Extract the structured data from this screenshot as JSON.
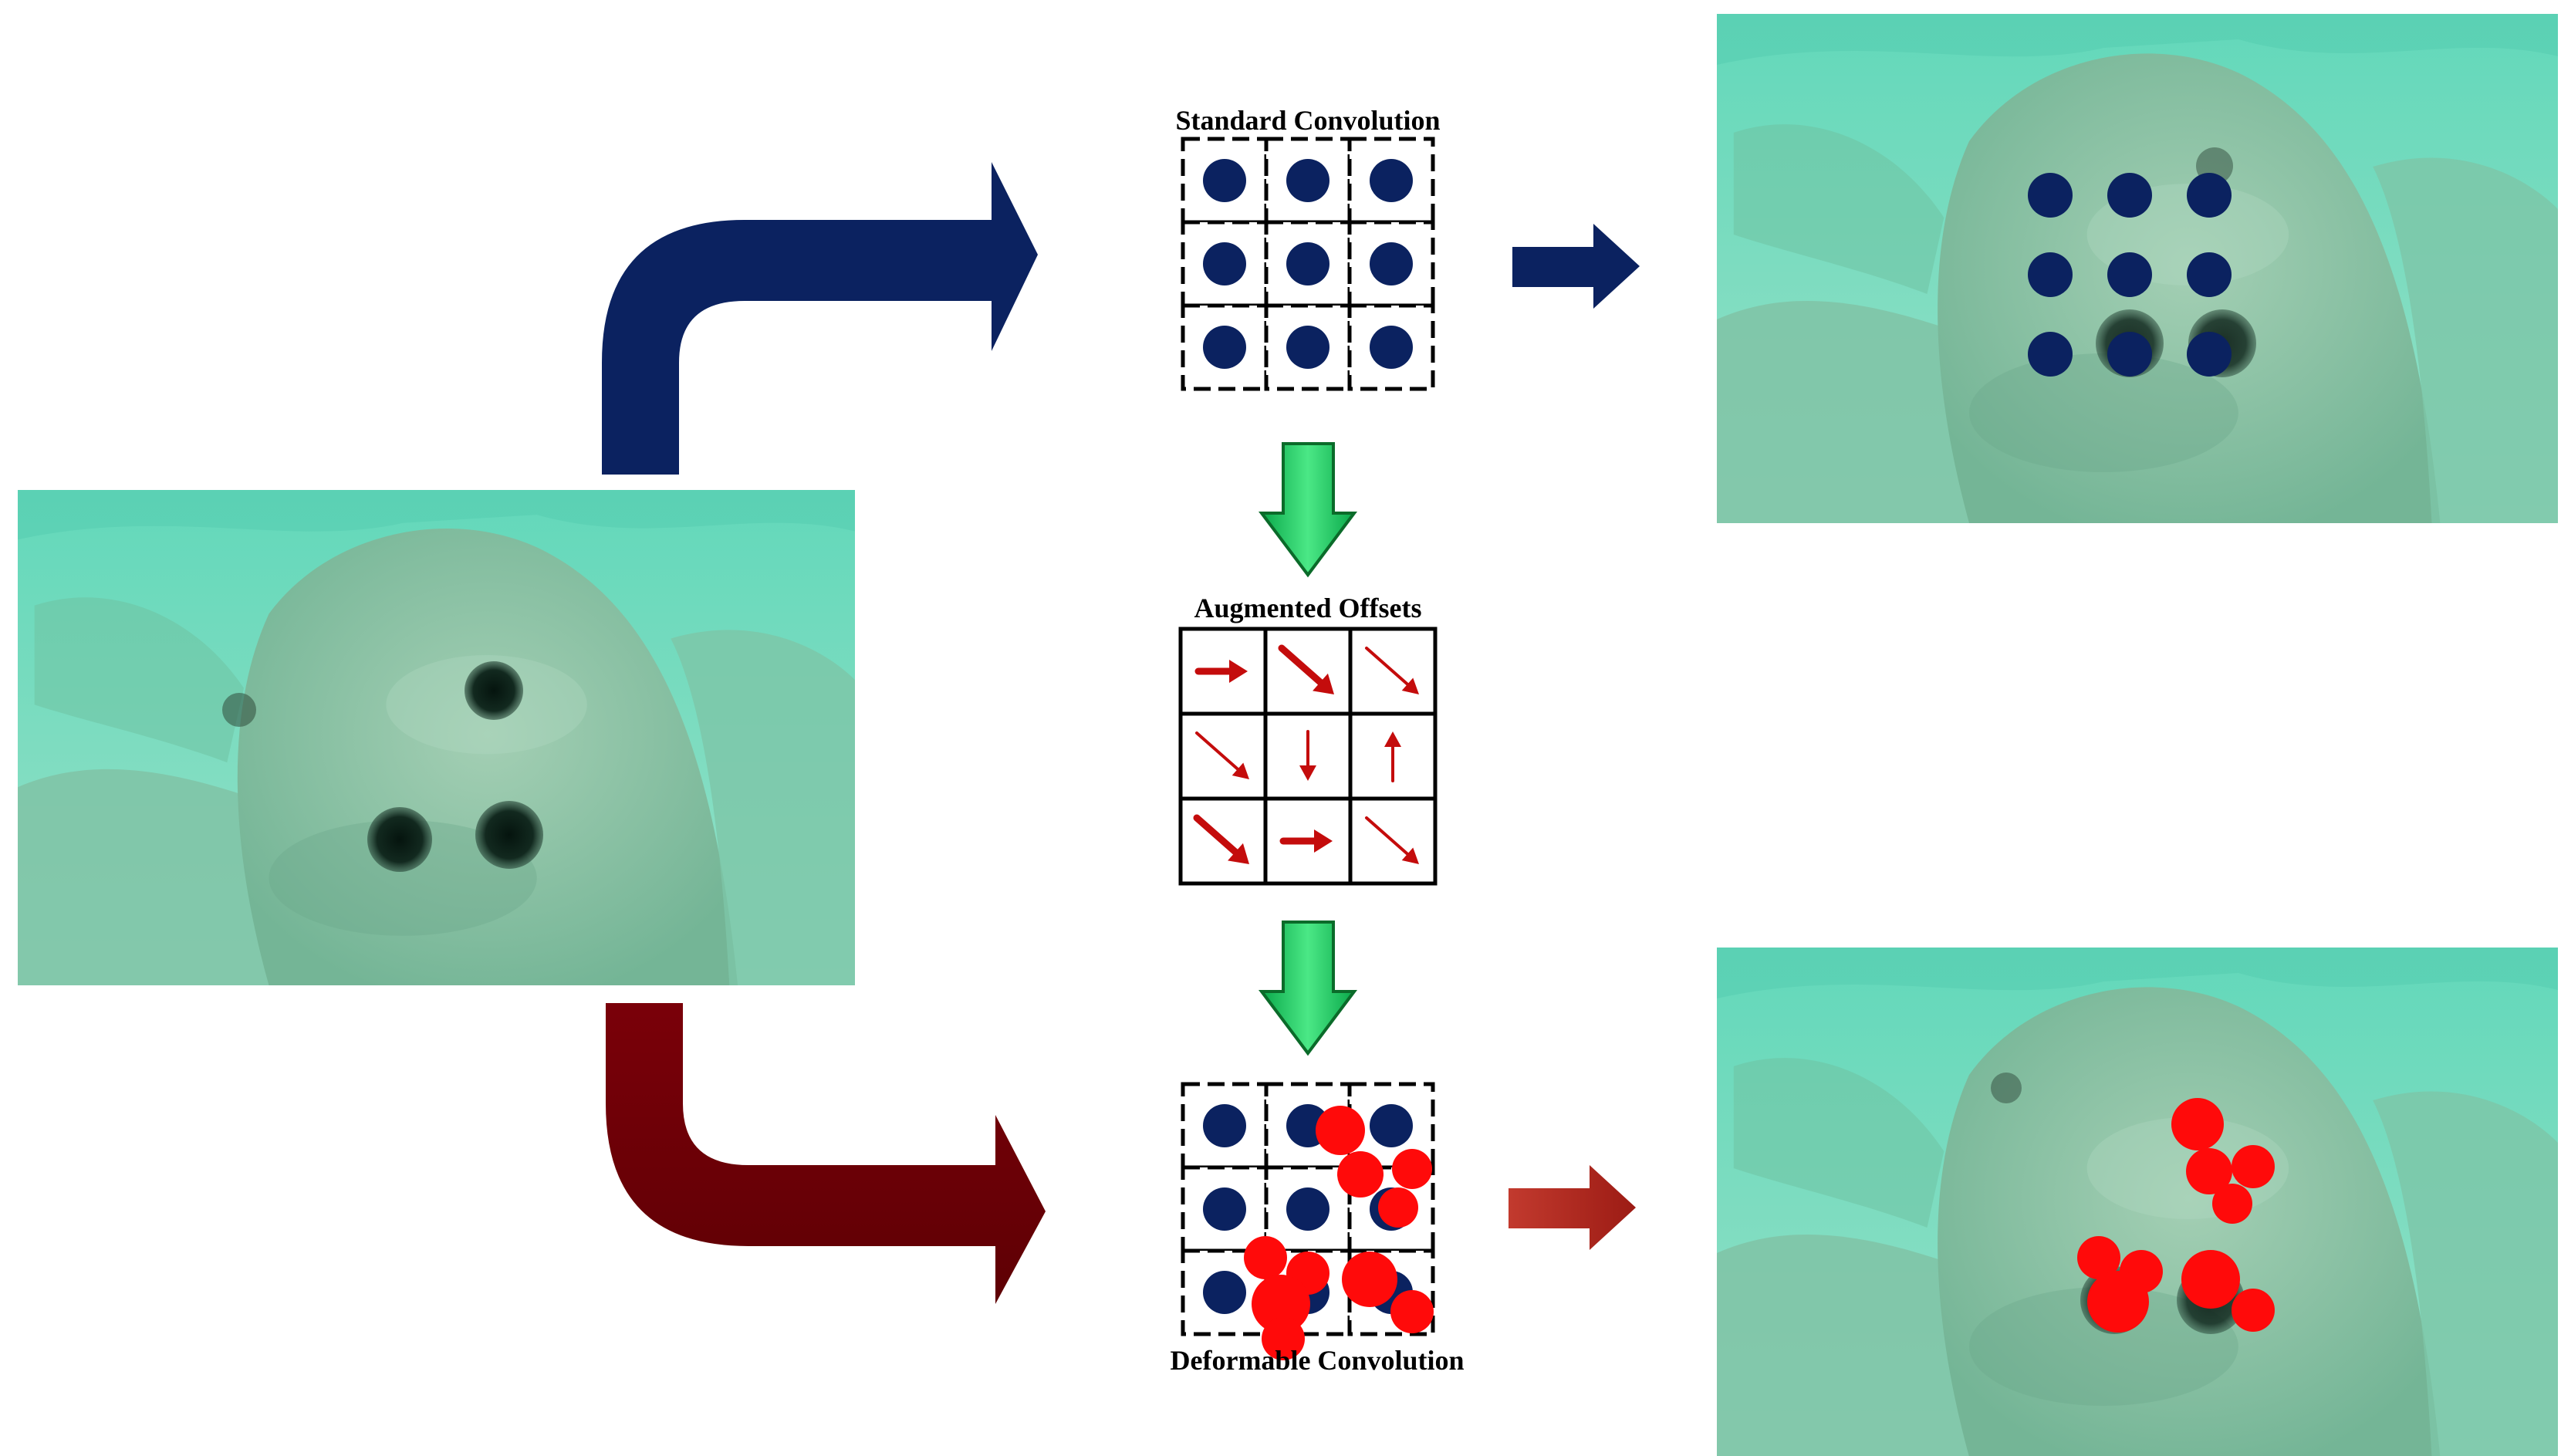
{
  "labels": {
    "standard": "Standard Convolution",
    "offsets": "Augmented Offsets",
    "deformable": "Deformable Convolution"
  },
  "colors": {
    "navy": "#0b2260",
    "maroon": "#6d0005",
    "maroon_light": "#a8241c",
    "green_arrow": "#1dc05a",
    "green_arrow_light": "#6ee89a",
    "red_sample": "#ff0a0a",
    "offset_arrow": "#c40c0c",
    "water_top": "#5fd7b8",
    "water_bottom": "#8ee4c8",
    "rock": "#86bfa3"
  },
  "standard_kernel": {
    "rows": 3,
    "cols": 3
  },
  "offsets": [
    {
      "dir": "right",
      "weight": "bold"
    },
    {
      "dir": "down-right",
      "weight": "bold"
    },
    {
      "dir": "down-right",
      "weight": "thin"
    },
    {
      "dir": "down-right",
      "weight": "thin"
    },
    {
      "dir": "down",
      "weight": "thin"
    },
    {
      "dir": "up",
      "weight": "thin"
    },
    {
      "dir": "down-right",
      "weight": "bold"
    },
    {
      "dir": "right",
      "weight": "bold"
    },
    {
      "dir": "down-right",
      "weight": "thin"
    }
  ],
  "images": {
    "input": "underwater-scene-sea-urchins",
    "output_standard": "underwater-scene-regular-sampling",
    "output_deformable": "underwater-scene-deformed-sampling"
  }
}
